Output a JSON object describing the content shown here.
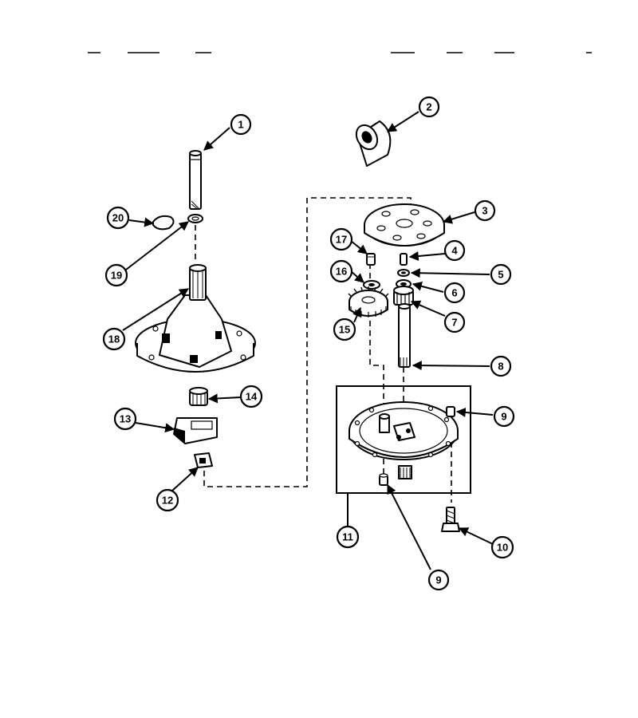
{
  "diagram": {
    "callouts": [
      "1",
      "2",
      "3",
      "4",
      "5",
      "6",
      "7",
      "8",
      "9",
      "9",
      "10",
      "11",
      "12",
      "13",
      "14",
      "15",
      "16",
      "17",
      "18",
      "19",
      "20"
    ]
  },
  "colors": {
    "line": "#000000",
    "background": "#ffffff"
  }
}
